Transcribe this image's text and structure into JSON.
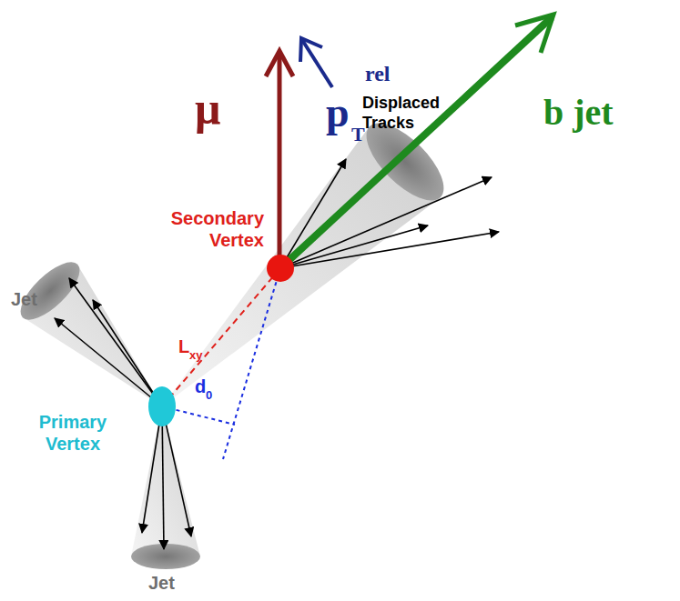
{
  "diagram": {
    "labels": [
      "μ",
      "p",
      "T",
      "rel",
      "Displaced Tracks",
      "b jet",
      "Secondary Vertex",
      "L",
      "xy",
      "d",
      "0",
      "Jet",
      "Primary Vertex",
      "Jet"
    ]
  }
}
